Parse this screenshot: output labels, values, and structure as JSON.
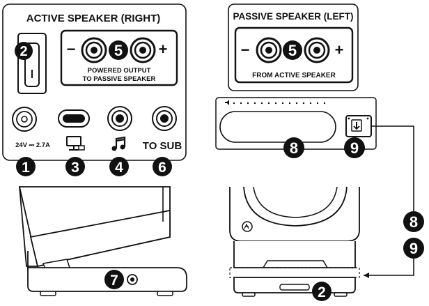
{
  "active_panel": {
    "title": "ACTIVE SPEAKER (RIGHT)",
    "powered_output_line1": "POWERED OUTPUT",
    "powered_output_line2": "TO PASSIVE SPEAKER",
    "minus_sign": "−",
    "plus_sign": "+",
    "power_rating": "24V ⎓ 2.7A",
    "sub_label": "TO SUB"
  },
  "passive_panel": {
    "title": "PASSIVE SPEAKER (LEFT)",
    "from_label": "FROM ACTIVE SPEAKER",
    "minus_sign": "−",
    "plus_sign": "+"
  },
  "callouts": {
    "power_input": "1",
    "power_switch": "2",
    "usb_c": "3",
    "aux_input": "4",
    "speaker_output": "5",
    "sub_output": "6",
    "headphone_jack": "7",
    "gain_slot": "8",
    "bluetooth_button": "9",
    "passive_speaker_terminal": "5",
    "front_panel_8": "8",
    "front_panel_9": "9",
    "front_panel_2": "2"
  },
  "icons": {
    "usb_icon": "computer-icon",
    "aux_icon": "music-note-icon",
    "bt_icon": "bluetooth-pair-icon",
    "volume_icon": "volume-icon"
  }
}
